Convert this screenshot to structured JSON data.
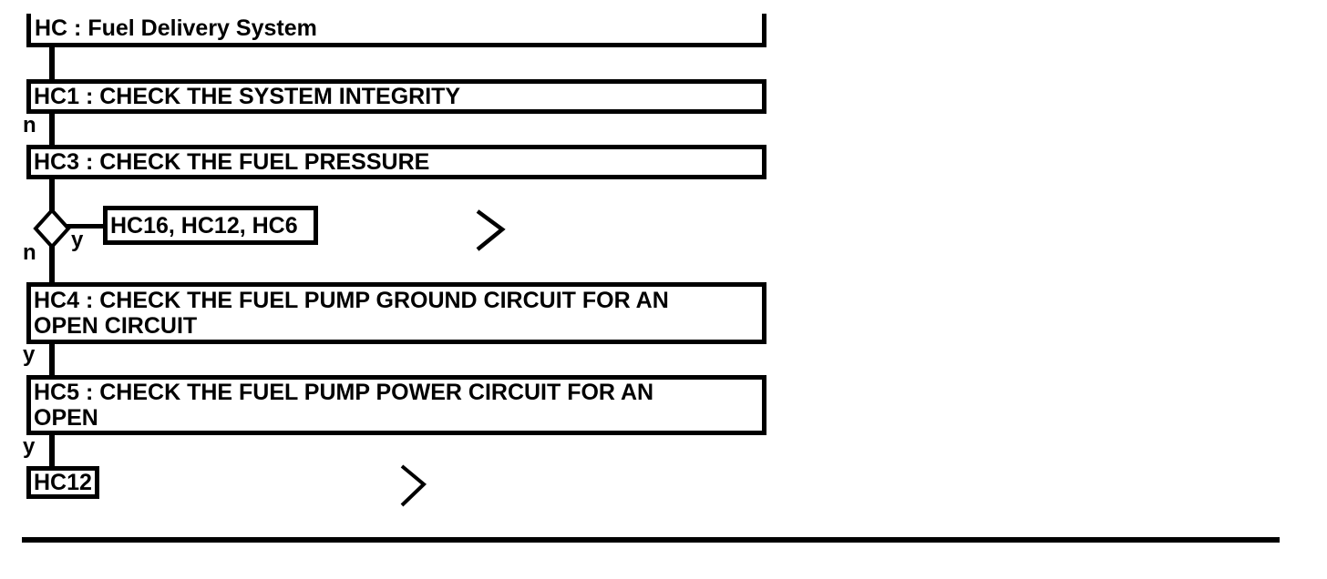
{
  "diagram": {
    "title": "HC : Fuel Delivery System",
    "nodes": {
      "hc1": "HC1 : CHECK THE SYSTEM INTEGRITY",
      "hc3": "HC3 : CHECK THE FUEL PRESSURE",
      "hc16_group": "HC16, HC12, HC6",
      "hc4_line1": "HC4 : CHECK THE FUEL PUMP GROUND CIRCUIT FOR AN",
      "hc4_line2": "OPEN CIRCUIT",
      "hc5_line1": "HC5 : CHECK THE FUEL PUMP POWER CIRCUIT FOR AN",
      "hc5_line2": "OPEN",
      "hc12": "HC12"
    },
    "branch_labels": {
      "hc1_no": "n",
      "decision_no": "n",
      "decision_yes": "y",
      "hc4_yes": "y",
      "hc5_yes": "y"
    },
    "icons": {
      "continue_arrow_top": "chevron-right",
      "continue_arrow_bottom": "chevron-right",
      "decision_node": "diamond"
    },
    "colors": {
      "line": "#000000",
      "background": "#ffffff",
      "text": "#000000"
    }
  }
}
